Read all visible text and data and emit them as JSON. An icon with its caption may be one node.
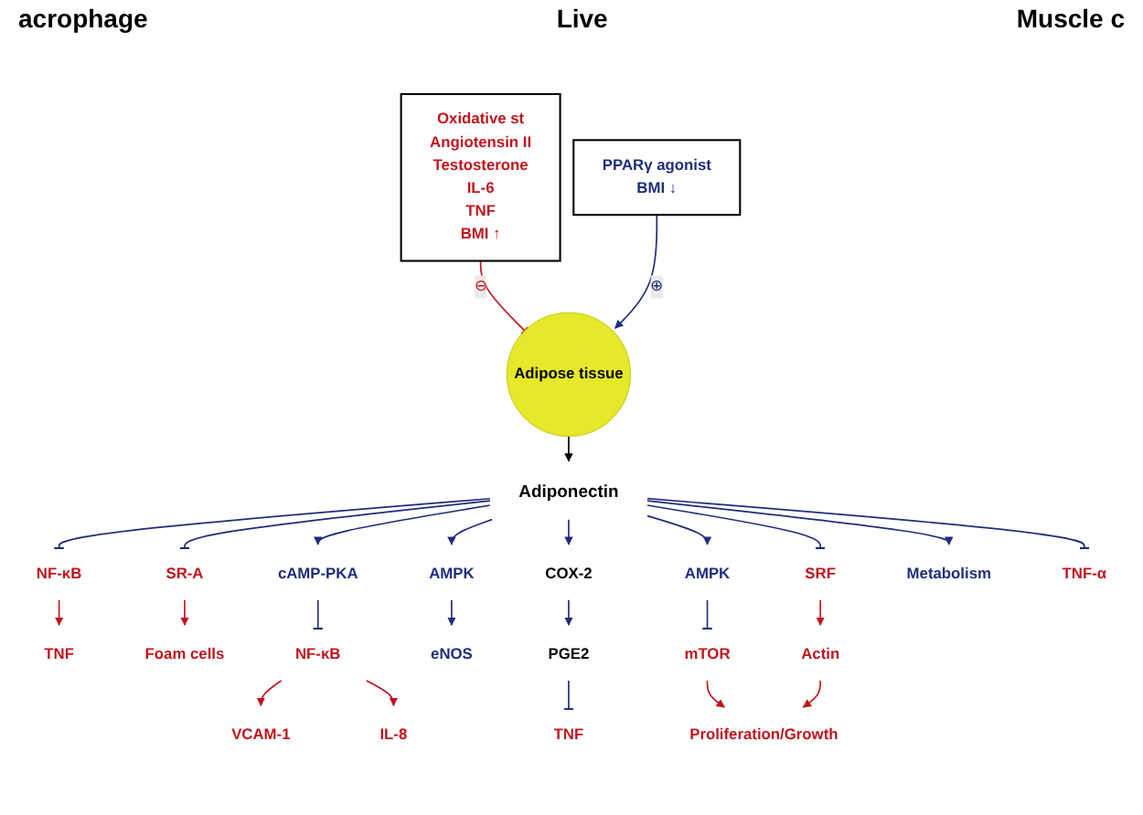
{
  "diagram": {
    "nodes": [
      {
        "text": [
          "Oxidative st",
          "Angiotensin II",
          "Testosterone",
          "IL-6",
          "TNF",
          "BMI ↑"
        ]
      },
      {
        "text": [
          "PPARγ agonist",
          "BMI ↓"
        ]
      },
      {
        "text": [
          "Adipose tissue"
        ]
      },
      {
        "text": [
          "Adiponectin"
        ]
      },
      {
        "text": [
          "NF-κB"
        ]
      },
      {
        "text": [
          "TNF"
        ]
      },
      {
        "text": [
          "SR-A"
        ]
      },
      {
        "text": [
          "Foam cells"
        ]
      },
      {
        "text": [
          "cAMP-PKA"
        ]
      },
      {
        "text": [
          "NF-κB"
        ]
      },
      {
        "text": [
          "VCAM-1"
        ]
      },
      {
        "text": [
          "IL-8"
        ]
      },
      {
        "text": [
          "AMPK"
        ]
      },
      {
        "text": [
          "eNOS"
        ]
      },
      {
        "text": [
          "COX-2"
        ]
      },
      {
        "text": [
          "PGE2"
        ]
      },
      {
        "text": [
          "TNF"
        ]
      },
      {
        "text": [
          "AMPK"
        ]
      },
      {
        "text": [
          "mTOR"
        ]
      },
      {
        "text": [
          "SRF"
        ]
      },
      {
        "text": [
          "Actin"
        ]
      },
      {
        "text": [
          "Proliferation/Growth"
        ]
      },
      {
        "text": [
          "Metabolism"
        ]
      },
      {
        "text": [
          "TNF-α"
        ]
      }
    ],
    "edges": [
      {
        "from": 0,
        "to": 2,
        "arrow": "other",
        "label": "⊖",
        "color": "#c0141c"
      },
      {
        "from": 1,
        "to": 2,
        "arrow": "to",
        "label": "⊕"
      },
      {
        "from": 2,
        "to": 3,
        "arrow": "to",
        "color": "#000000"
      },
      {
        "from": 3,
        "to": 4,
        "arrow": "other"
      },
      {
        "from": 4,
        "to": 5,
        "arrow": "to",
        "color": "#c0141c"
      },
      {
        "from": 3,
        "to": 6,
        "arrow": "other"
      },
      {
        "from": 6,
        "to": 7,
        "arrow": "to",
        "color": "#c0141c"
      },
      {
        "from": 3,
        "to": 8,
        "arrow": "to"
      },
      {
        "from": 8,
        "to": 9,
        "arrow": "other"
      },
      {
        "from": 9,
        "to": 10,
        "arrow": "to",
        "color": "#c0141c"
      },
      {
        "from": 9,
        "to": 11,
        "arrow": "to",
        "color": "#c0141c"
      },
      {
        "from": 3,
        "to": 12,
        "arrow": "to"
      },
      {
        "from": 12,
        "to": 13,
        "arrow": "to"
      },
      {
        "from": 3,
        "to": 14,
        "arrow": "to"
      },
      {
        "from": 14,
        "to": 15,
        "arrow": "to"
      },
      {
        "from": 15,
        "to": 16,
        "arrow": "other"
      },
      {
        "from": 3,
        "to": 17,
        "arrow": "to"
      },
      {
        "from": 17,
        "to": 18,
        "arrow": "other"
      },
      {
        "from": 18,
        "to": 21,
        "arrow": "to",
        "color": "#c0141c"
      },
      {
        "from": 3,
        "to": 19,
        "arrow": "other"
      },
      {
        "from": 19,
        "to": 20,
        "arrow": "to",
        "color": "#c0141c"
      },
      {
        "from": 20,
        "to": 21,
        "arrow": "to",
        "color": "#c0141c"
      },
      {
        "from": 3,
        "to": 22,
        "arrow": "to"
      },
      {
        "from": 3,
        "to": 23,
        "arrow": "other"
      }
    ],
    "labels": [
      "acrophage",
      "Live",
      "Muscle c"
    ]
  }
}
